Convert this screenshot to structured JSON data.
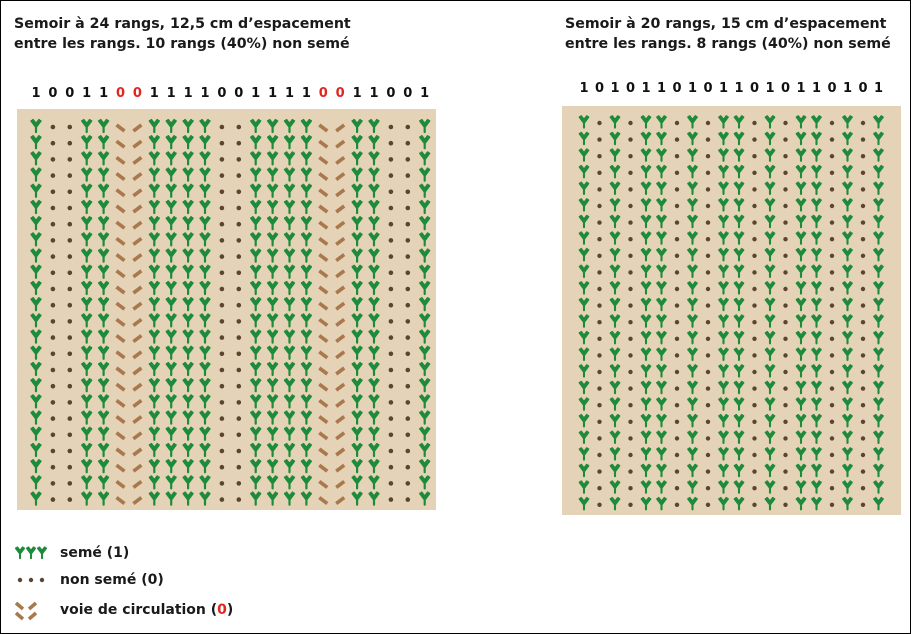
{
  "colors": {
    "seeded_green": "#1e8a3c",
    "dot_brown": "#5b4431",
    "traffic_brown": "#a9784c",
    "field_bg": "#e4d3b6",
    "highlight_red": "#e0261f"
  },
  "left_panel": {
    "title_line1": "Semoir à 24 rangs, 12,5 cm d’espacement",
    "title_line2": "entre les rangs. 10 rangs (40%) non semé",
    "rows": [
      "1",
      "0",
      "0",
      "1",
      "1",
      "t",
      "t",
      "1",
      "1",
      "1",
      "1",
      "0",
      "0",
      "1",
      "1",
      "1",
      "1",
      "t",
      "t",
      "1",
      "1",
      "0",
      "0",
      "1"
    ],
    "code_labels": [
      {
        "text": "1",
        "red": false
      },
      {
        "text": "0",
        "red": false
      },
      {
        "text": "0",
        "red": false
      },
      {
        "text": "1",
        "red": false
      },
      {
        "text": "1",
        "red": false
      },
      {
        "text": "0",
        "red": true
      },
      {
        "text": "0",
        "red": true
      },
      {
        "text": "1",
        "red": false
      },
      {
        "text": "1",
        "red": false
      },
      {
        "text": "1",
        "red": false
      },
      {
        "text": "1",
        "red": false
      },
      {
        "text": "0",
        "red": false
      },
      {
        "text": "0",
        "red": false
      },
      {
        "text": "1",
        "red": false
      },
      {
        "text": "1",
        "red": false
      },
      {
        "text": "1",
        "red": false
      },
      {
        "text": "1",
        "red": false
      },
      {
        "text": "0",
        "red": true
      },
      {
        "text": "0",
        "red": true
      },
      {
        "text": "1",
        "red": false
      },
      {
        "text": "1",
        "red": false
      },
      {
        "text": "0",
        "red": false
      },
      {
        "text": "0",
        "red": false
      },
      {
        "text": "1",
        "red": false
      }
    ]
  },
  "right_panel": {
    "title_line1": "Semoir à 20 rangs, 15 cm d’espacement",
    "title_line2": "entre les rangs. 8 rangs (40%) non semé",
    "rows": [
      "1",
      "0",
      "1",
      "0",
      "1",
      "1",
      "0",
      "1",
      "0",
      "1",
      "1",
      "0",
      "1",
      "0",
      "1",
      "1",
      "0",
      "1",
      "0",
      "1"
    ],
    "code_labels": [
      "1",
      "0",
      "1",
      "0",
      "1",
      "1",
      "0",
      "1",
      "0",
      "1",
      "1",
      "0",
      "1",
      "0",
      "1",
      "1",
      "0",
      "1",
      "0",
      "1"
    ]
  },
  "legend": {
    "seeded": "semé (1)",
    "unseeded": "non semé (0)",
    "traffic_prefix": "voie de circulation (",
    "traffic_code": "0",
    "traffic_suffix": ")"
  }
}
